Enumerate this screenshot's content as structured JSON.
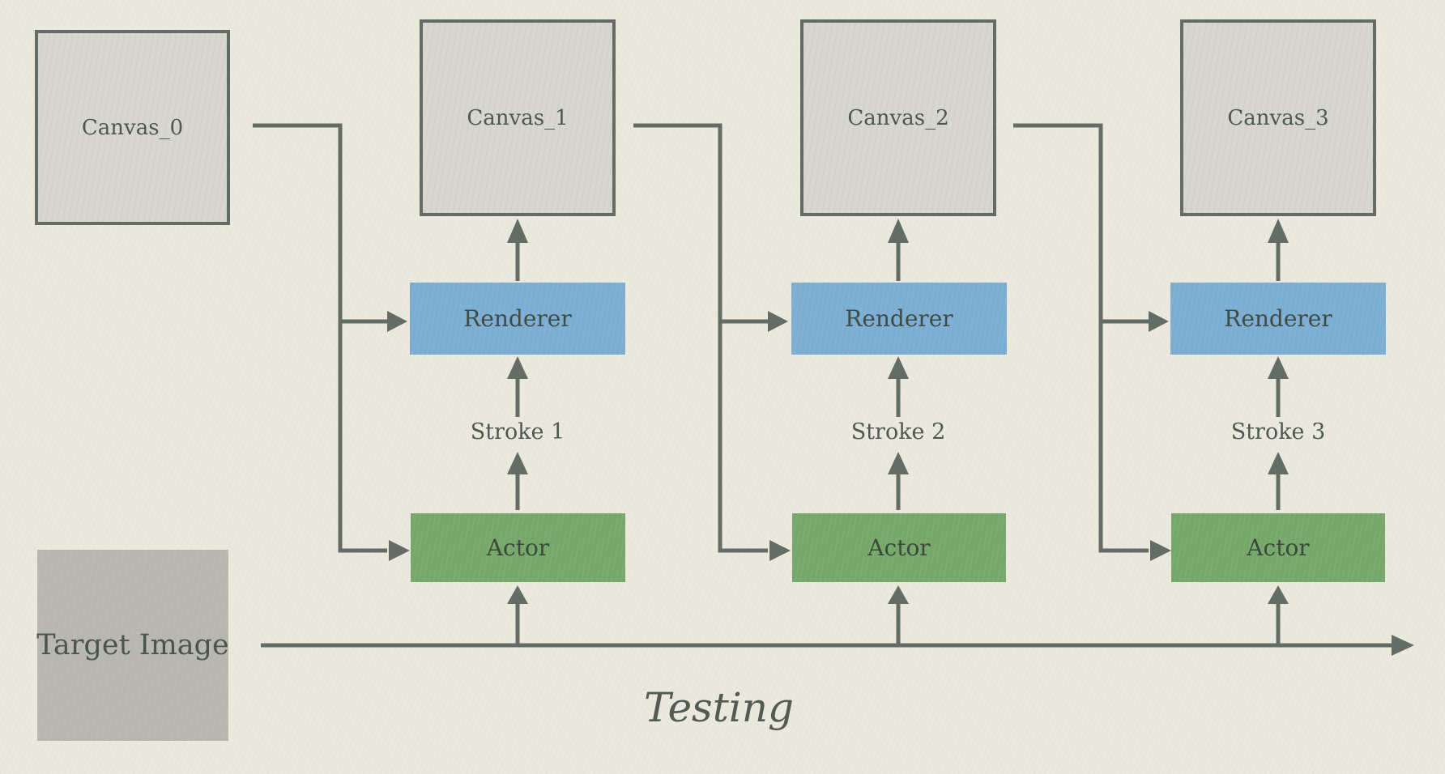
{
  "canvases": [
    {
      "label": "Canvas_0"
    },
    {
      "label": "Canvas_1"
    },
    {
      "label": "Canvas_2"
    },
    {
      "label": "Canvas_3"
    }
  ],
  "steps": [
    {
      "renderer": "Renderer",
      "stroke": "Stroke 1",
      "actor": "Actor"
    },
    {
      "renderer": "Renderer",
      "stroke": "Stroke 2",
      "actor": "Actor"
    },
    {
      "renderer": "Renderer",
      "stroke": "Stroke 3",
      "actor": "Actor"
    }
  ],
  "target": {
    "label": "Target Image"
  },
  "caption": "Testing",
  "colors": {
    "renderer": "#7cadd3",
    "actor": "#77a86b",
    "arrow": "#636d66",
    "background": "#eceade"
  }
}
